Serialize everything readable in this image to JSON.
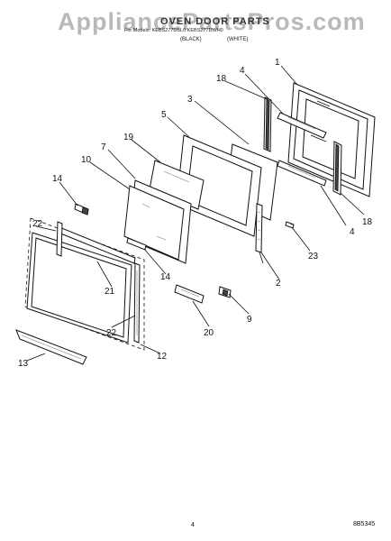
{
  "header": {
    "watermark": "AppliancePartsPros.com",
    "title": "OVEN DOOR PARTS",
    "subtitle": "For Models: KEBS277DBL0 KEBS277DWH0",
    "finish_black": "(BLACK)",
    "finish_white": "(WHITE)"
  },
  "footer": {
    "page_number": "4",
    "diagram_code": "8B5345"
  },
  "callouts": [
    "1",
    "2",
    "3",
    "4",
    "4",
    "5",
    "7",
    "10",
    "12",
    "13",
    "14",
    "14",
    "18",
    "18",
    "19",
    "20",
    "21",
    "22",
    "22",
    "23",
    "9"
  ]
}
